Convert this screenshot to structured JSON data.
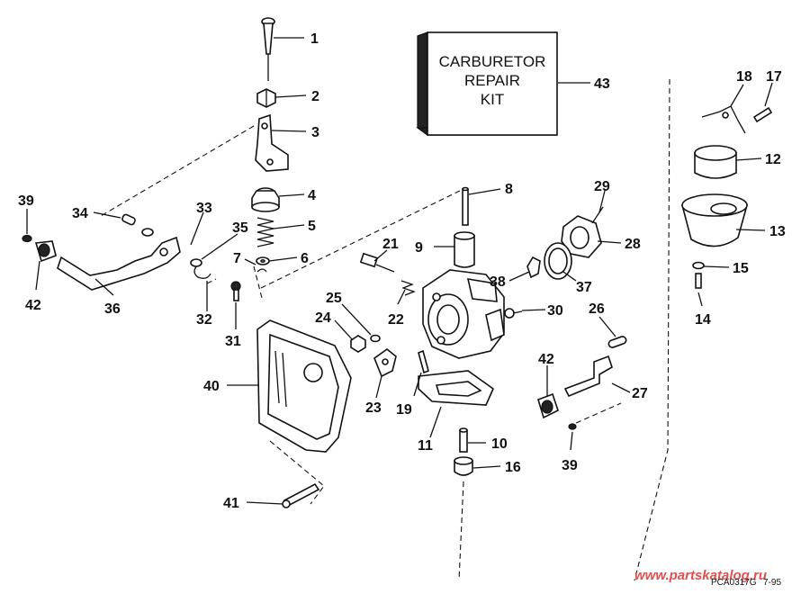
{
  "diagram": {
    "kit_label": [
      "CARBURETOR",
      "REPAIR",
      "KIT"
    ],
    "reference_code": "PCA0317G",
    "date_code": "7-95",
    "watermark": "www.partskatalog.ru"
  },
  "callouts": [
    {
      "id": "c1",
      "label": "1"
    },
    {
      "id": "c2",
      "label": "2"
    },
    {
      "id": "c3",
      "label": "3"
    },
    {
      "id": "c4",
      "label": "4"
    },
    {
      "id": "c5",
      "label": "5"
    },
    {
      "id": "c6",
      "label": "6"
    },
    {
      "id": "c7",
      "label": "7"
    },
    {
      "id": "c8",
      "label": "8"
    },
    {
      "id": "c9",
      "label": "9"
    },
    {
      "id": "c10",
      "label": "10"
    },
    {
      "id": "c11",
      "label": "11"
    },
    {
      "id": "c12",
      "label": "12"
    },
    {
      "id": "c13",
      "label": "13"
    },
    {
      "id": "c14",
      "label": "14"
    },
    {
      "id": "c15",
      "label": "15"
    },
    {
      "id": "c16",
      "label": "16"
    },
    {
      "id": "c17",
      "label": "17"
    },
    {
      "id": "c18",
      "label": "18"
    },
    {
      "id": "c19",
      "label": "19"
    },
    {
      "id": "c21",
      "label": "21"
    },
    {
      "id": "c22",
      "label": "22"
    },
    {
      "id": "c23",
      "label": "23"
    },
    {
      "id": "c24",
      "label": "24"
    },
    {
      "id": "c25",
      "label": "25"
    },
    {
      "id": "c26",
      "label": "26"
    },
    {
      "id": "c27",
      "label": "27"
    },
    {
      "id": "c28",
      "label": "28"
    },
    {
      "id": "c29",
      "label": "29"
    },
    {
      "id": "c30",
      "label": "30"
    },
    {
      "id": "c31",
      "label": "31"
    },
    {
      "id": "c32",
      "label": "32"
    },
    {
      "id": "c33",
      "label": "33"
    },
    {
      "id": "c34",
      "label": "34"
    },
    {
      "id": "c35",
      "label": "35"
    },
    {
      "id": "c36",
      "label": "36"
    },
    {
      "id": "c37",
      "label": "37"
    },
    {
      "id": "c38",
      "label": "38"
    },
    {
      "id": "c39a",
      "label": "39"
    },
    {
      "id": "c39b",
      "label": "39"
    },
    {
      "id": "c40",
      "label": "40"
    },
    {
      "id": "c41",
      "label": "41"
    },
    {
      "id": "c42a",
      "label": "42"
    },
    {
      "id": "c42b",
      "label": "42"
    },
    {
      "id": "c43",
      "label": "43"
    }
  ]
}
